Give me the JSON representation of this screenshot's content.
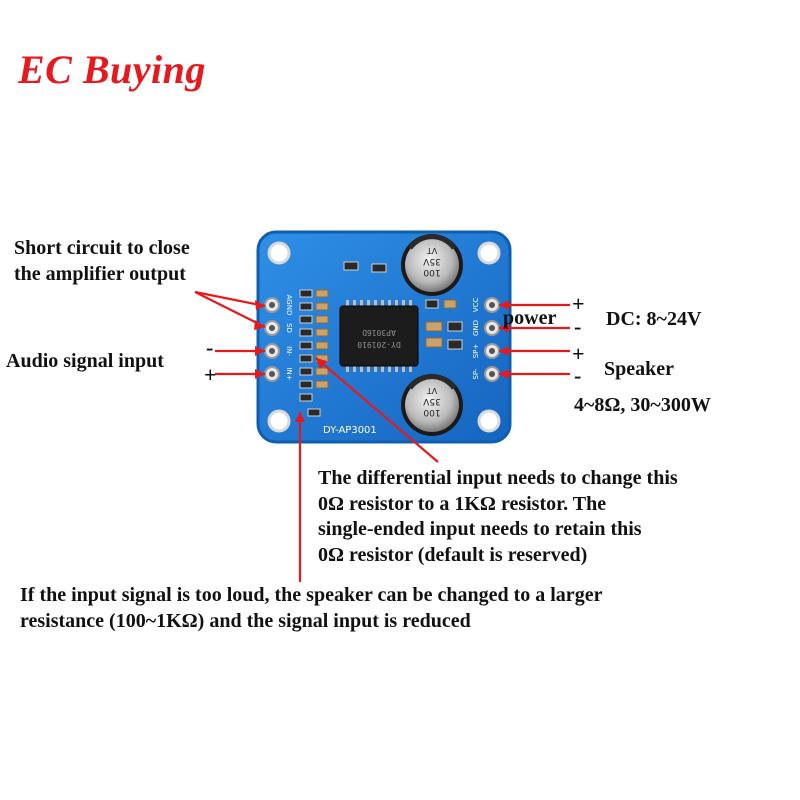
{
  "brand": {
    "name": "EC Buying",
    "color": "#e8191d"
  },
  "board": {
    "model": "DY-AP3001",
    "chip": [
      "AP3016D",
      "DY-201910"
    ],
    "capacitor_text": [
      "100",
      "35V",
      "VT"
    ],
    "left_pins": [
      "AGND",
      "SD",
      "IN-",
      "IN+"
    ],
    "right_pins": [
      "VCC",
      "GND",
      "SP+",
      "SP-"
    ],
    "colors": {
      "pcb": "#1f7dd6",
      "pcb_edge": "#0f5fb0",
      "arrow": "#e8191d"
    }
  },
  "labels": {
    "short_circuit": [
      "Short circuit to close",
      "the amplifier output"
    ],
    "audio_input": "Audio signal input",
    "audio_minus": "-",
    "audio_plus": "+",
    "power": "power",
    "power_plus": "+",
    "power_minus": "-",
    "dc": "DC: 8~24V",
    "speaker_plus": "+",
    "speaker_minus": "-",
    "speaker": "Speaker",
    "speaker_spec": "4~8Ω, 30~300W",
    "differential": [
      "The differential input needs to change this",
      "0Ω resistor to a 1KΩ resistor. The",
      "single-ended input needs to retain this",
      "0Ω resistor (default is reserved)"
    ],
    "loud_input": [
      "If the input signal is too loud, the speaker can be changed to a larger",
      "resistance (100~1KΩ) and the signal input is reduced"
    ]
  }
}
